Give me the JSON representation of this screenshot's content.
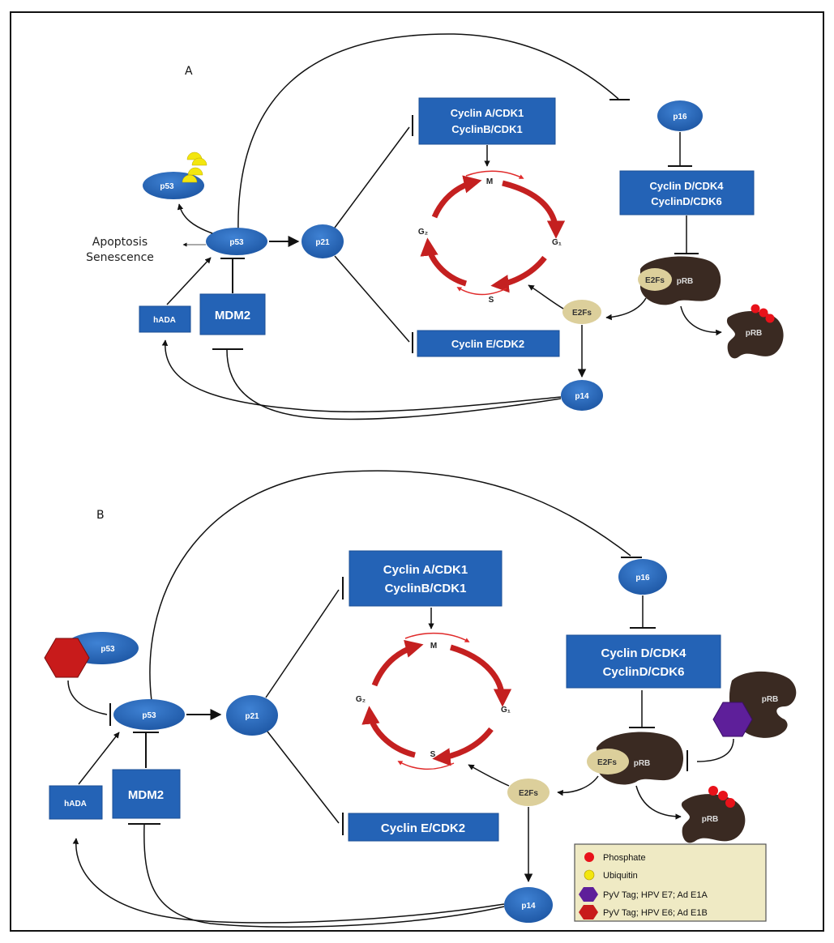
{
  "panels": {
    "a": {
      "label": "A"
    },
    "b": {
      "label": "B"
    }
  },
  "nodes": {
    "p53": "p53",
    "p21": "p21",
    "p16": "p16",
    "p14": "p14",
    "hada": "hADA",
    "mdm2": "MDM2",
    "e2fs": "E2Fs",
    "prb": "pRB"
  },
  "boxes": {
    "cyclin_a_line1": "Cyclin A/CDK1",
    "cyclin_a_line2": "CyclinB/CDK1",
    "cyclin_d_line1": "Cyclin D/CDK4",
    "cyclin_d_line2": "CyclinD/CDK6",
    "cyclin_e": "Cyclin E/CDK2"
  },
  "cycle": {
    "m": "M",
    "g1": "G₁",
    "s": "S",
    "g2": "G₂"
  },
  "outcomes": {
    "line1": "Apoptosis",
    "line2": "Senescence"
  },
  "legend": {
    "items": [
      {
        "label": "Phosphate",
        "icon": "red-circle",
        "color": "#e8121a"
      },
      {
        "label": "Ubiquitin",
        "icon": "yellow-circle",
        "color": "#f3e60e"
      },
      {
        "label": "PyV Tag; HPV E7; Ad E1A",
        "icon": "purple-hexagon",
        "color": "#5e1f9a"
      },
      {
        "label": "PyV Tag; HPV E6; Ad E1B",
        "icon": "red-hexagon",
        "color": "#c81b1b"
      }
    ]
  },
  "colors": {
    "node_blue": "#2463b6",
    "cycle_red": "#c42020",
    "prb_brown": "#3a2a22",
    "e2f_tan": "#dccf9b",
    "legend_bg": "#efeac4"
  }
}
